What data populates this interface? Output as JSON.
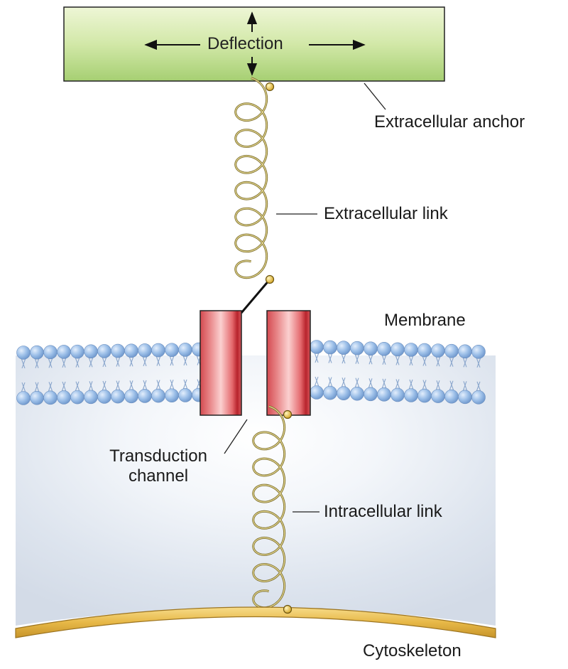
{
  "diagram": {
    "labels": {
      "deflection": "Deflection",
      "extracellular_anchor": "Extracellular anchor",
      "extracellular_link": "Extracellular link",
      "membrane": "Membrane",
      "transduction_channel": "Transduction channel",
      "intracellular_link": "Intracellular link",
      "cytoskeleton": "Cytoskeleton"
    },
    "colors": {
      "anchor_top": "#e6f2c8",
      "anchor_bottom": "#a9d277",
      "spring": "#8a7b33",
      "spring_node": "#e8c43c",
      "channel_dark": "#c8323a",
      "channel_light": "#f7b5b5",
      "lipid_head": "#7fa8dc",
      "cytoskeleton": "#e2b545",
      "cytoplasm": "#dfe6f0"
    }
  }
}
